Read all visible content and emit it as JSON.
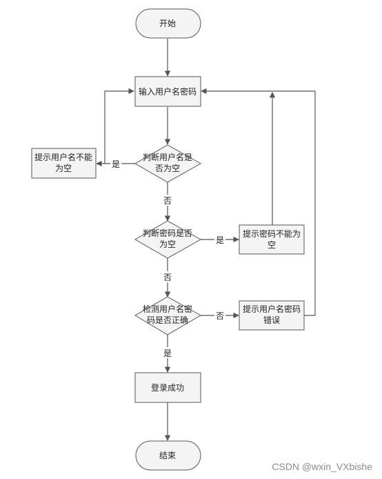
{
  "nodes": {
    "start": "开始",
    "input": "输入用户名密码",
    "check_user": [
      "判断用户名是",
      "否为空"
    ],
    "tip_user_empty": [
      "提示用户名不能",
      "为空"
    ],
    "check_pass": [
      "判断密码是否",
      "为空"
    ],
    "tip_pass_empty": [
      "提示密码不能为",
      "空"
    ],
    "verify": [
      "检测用户名密",
      "码是否正确"
    ],
    "tip_wrong": [
      "提示用户名密码",
      "错误"
    ],
    "success": "登录成功",
    "end": "结束"
  },
  "labels": {
    "yes": "是",
    "no": "否"
  },
  "watermark": "CSDN @wxin_VXbishe",
  "colors": {
    "fill": "#f4f4f4",
    "stroke": "#555555",
    "line": "#555555"
  }
}
